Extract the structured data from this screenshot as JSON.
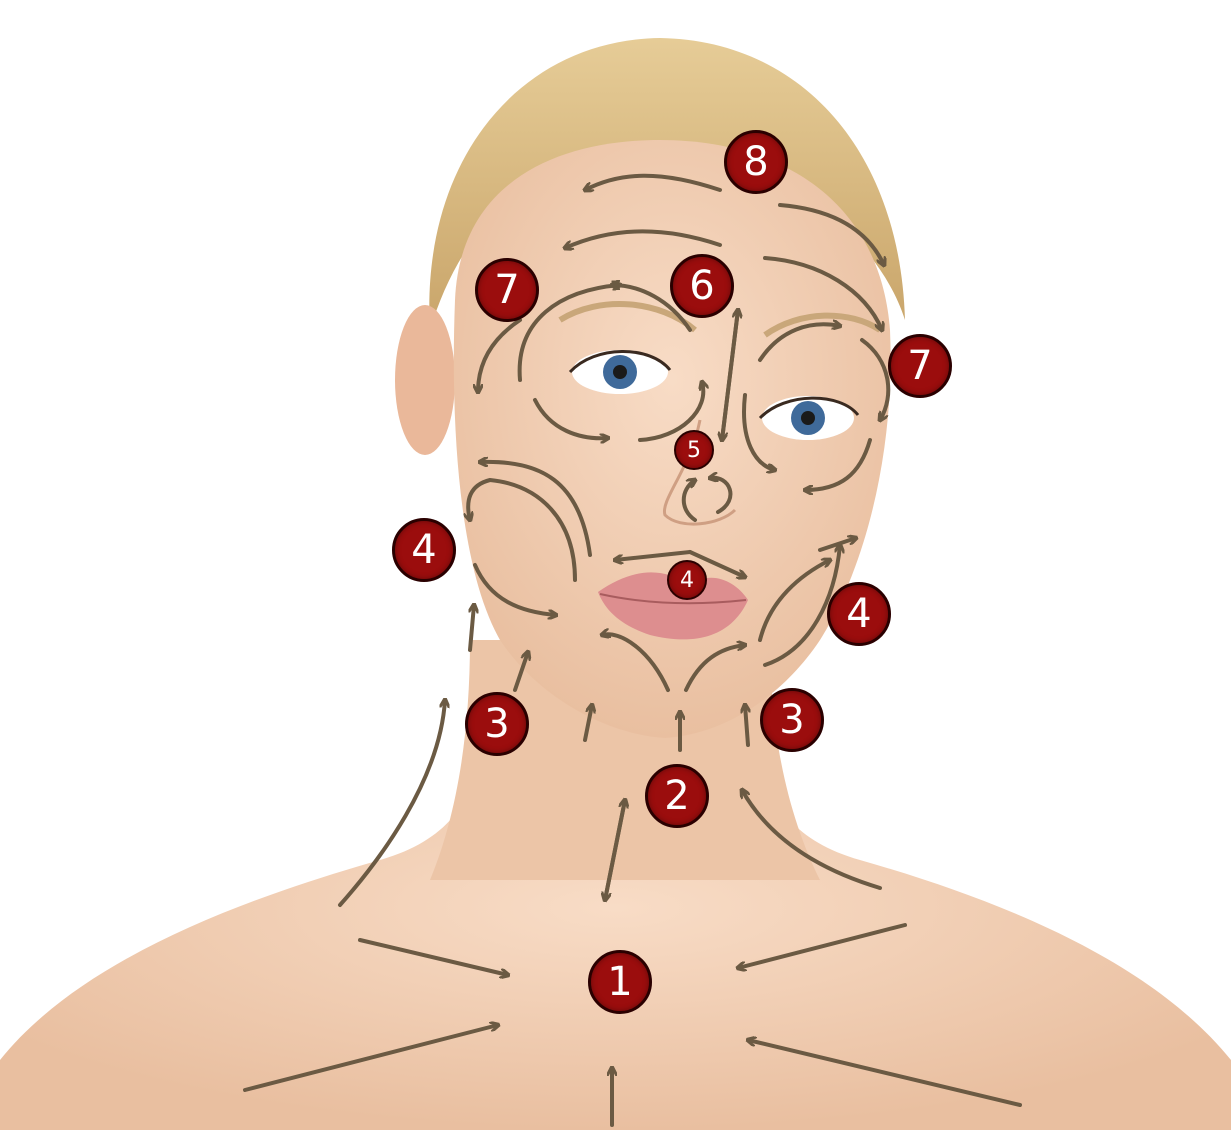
{
  "markers": {
    "m1": "1",
    "m2": "2",
    "m3_left": "3",
    "m3_right": "3",
    "m4_left": "4",
    "m4_lip": "4",
    "m4_right": "4",
    "m5": "5",
    "m6": "6",
    "m7_left": "7",
    "m7_right": "7",
    "m8": "8"
  },
  "colors": {
    "marker_fill": "#9b0d0d",
    "arrow": "#6b5a43",
    "skin": "#f3d2b8",
    "hair": "#d9bd86"
  }
}
